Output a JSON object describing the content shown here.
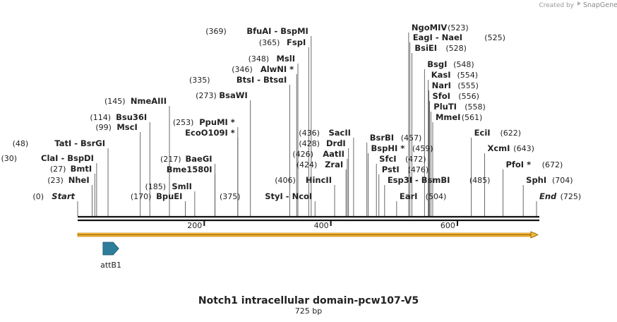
{
  "credit": {
    "prefix": "Created by",
    "brand": "SnapGene"
  },
  "map": {
    "name": "Notch1 intracellular domain-pcw107-V5",
    "length_label": "725 bp",
    "length": 725,
    "ticks": [
      {
        "value": 200,
        "label": "200"
      },
      {
        "value": 400,
        "label": "400"
      },
      {
        "value": 600,
        "label": "600"
      }
    ],
    "features": [
      {
        "name": "attB1",
        "start": 40,
        "end": 65,
        "color": "#2e7d9a"
      }
    ],
    "sites": [
      {
        "pos": 0,
        "left": "(0)",
        "label": "Start",
        "right": "",
        "italic": true
      },
      {
        "pos": 23,
        "left": "(23)",
        "label": "NheI",
        "right": ""
      },
      {
        "pos": 27,
        "left": "(27)",
        "label": "BmtI",
        "right": ""
      },
      {
        "pos": 30,
        "left": "(30)",
        "label": "ClaI  -  BspDI",
        "right": ""
      },
      {
        "pos": 48,
        "left": "(48)",
        "label": "TatI  -  BsrGI",
        "right": ""
      },
      {
        "pos": 99,
        "left": "(99)",
        "label": "MscI",
        "right": ""
      },
      {
        "pos": 114,
        "left": "(114)",
        "label": "Bsu36I",
        "right": ""
      },
      {
        "pos": 145,
        "left": "(145)",
        "label": "NmeAIII",
        "right": ""
      },
      {
        "pos": 170,
        "left": "(170)",
        "label": "BpuEI",
        "right": ""
      },
      {
        "pos": 185,
        "left": "(185)",
        "label": "SmlI",
        "right": ""
      },
      {
        "pos": 217,
        "left": "(217)",
        "label": "BaeGI",
        "right": ""
      },
      {
        "pos": 217,
        "left": "",
        "label": "Bme1580I",
        "right": ""
      },
      {
        "pos": 253,
        "left": "(253)",
        "label": "PpuMI *",
        "right": ""
      },
      {
        "pos": 253,
        "left": "",
        "label": "EcoO109I *",
        "right": ""
      },
      {
        "pos": 273,
        "left": "(273)",
        "label": "BsaWI",
        "right": ""
      },
      {
        "pos": 375,
        "left": "(375)",
        "label": "StyI  -  NcoI",
        "right": ""
      },
      {
        "pos": 406,
        "left": "(406)",
        "label": "HincII",
        "right": ""
      },
      {
        "pos": 424,
        "left": "(424)",
        "label": "ZraI",
        "right": ""
      },
      {
        "pos": 426,
        "left": "(426)",
        "label": "AatII",
        "right": ""
      },
      {
        "pos": 428,
        "left": "(428)",
        "label": "DrdI",
        "right": ""
      },
      {
        "pos": 436,
        "left": "(436)",
        "label": "SacII",
        "right": ""
      },
      {
        "pos": 335,
        "left": "(335)",
        "label": "BtsI  -  BtsαI",
        "right": ""
      },
      {
        "pos": 346,
        "left": "(346)",
        "label": "AlwNI *",
        "right": ""
      },
      {
        "pos": 348,
        "left": "(348)",
        "label": "MslI",
        "right": ""
      },
      {
        "pos": 365,
        "left": "(365)",
        "label": "FspI",
        "right": ""
      },
      {
        "pos": 369,
        "left": "(369)",
        "label": "BfuAI  -  BspMI",
        "right": ""
      },
      {
        "pos": 457,
        "left": "",
        "label": "BsrBI",
        "right": "(457)"
      },
      {
        "pos": 459,
        "left": "",
        "label": "BspHI *",
        "right": "(459)"
      },
      {
        "pos": 472,
        "left": "",
        "label": "SfcI",
        "right": "(472)"
      },
      {
        "pos": 476,
        "left": "",
        "label": "PstI",
        "right": "(476)"
      },
      {
        "pos": 485,
        "left": "",
        "label": "Esp3I  -  BsmBI",
        "right": "(485)"
      },
      {
        "pos": 504,
        "left": "",
        "label": "EarI",
        "right": "(504)"
      },
      {
        "pos": 523,
        "left": "",
        "label": "NgoMIV",
        "right": "(523)"
      },
      {
        "pos": 525,
        "left": "",
        "label": "EagI  -  NaeI",
        "right": "(525)"
      },
      {
        "pos": 528,
        "left": "",
        "label": "BsiEI",
        "right": "(528)"
      },
      {
        "pos": 548,
        "left": "",
        "label": "BsgI",
        "right": "(548)"
      },
      {
        "pos": 554,
        "left": "",
        "label": "KasI",
        "right": "(554)"
      },
      {
        "pos": 555,
        "left": "",
        "label": "NarI",
        "right": "(555)"
      },
      {
        "pos": 556,
        "left": "",
        "label": "SfoI",
        "right": "(556)"
      },
      {
        "pos": 558,
        "left": "",
        "label": "PluTI",
        "right": "(558)"
      },
      {
        "pos": 561,
        "left": "",
        "label": "MmeI",
        "right": "(561)"
      },
      {
        "pos": 622,
        "left": "",
        "label": "EciI",
        "right": "(622)"
      },
      {
        "pos": 643,
        "left": "",
        "label": "XcmI",
        "right": "(643)"
      },
      {
        "pos": 672,
        "left": "",
        "label": "PfoI *",
        "right": "(672)"
      },
      {
        "pos": 704,
        "left": "",
        "label": "SphI",
        "right": "(704)"
      },
      {
        "pos": 725,
        "left": "",
        "label": "End",
        "right": "(725)",
        "italic": true
      }
    ]
  }
}
